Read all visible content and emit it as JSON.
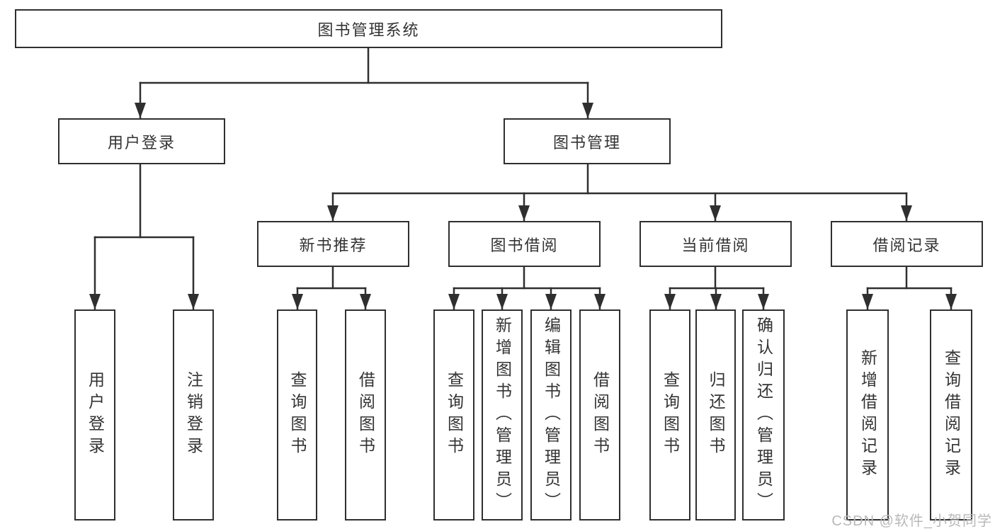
{
  "diagram": {
    "type": "hierarchy-tree",
    "root": {
      "label": "图书管理系统",
      "children": [
        {
          "label": "用户登录",
          "children": [
            {
              "label": "用户登录"
            },
            {
              "label": "注销登录"
            }
          ]
        },
        {
          "label": "图书管理",
          "children": [
            {
              "label": "新书推荐",
              "children": [
                {
                  "label": "查询图书"
                },
                {
                  "label": "借阅图书"
                }
              ]
            },
            {
              "label": "图书借阅",
              "children": [
                {
                  "label": "查询图书"
                },
                {
                  "label": "新增图书（管理员）"
                },
                {
                  "label": "编辑图书（管理员）"
                },
                {
                  "label": "借阅图书"
                }
              ]
            },
            {
              "label": "当前借阅",
              "children": [
                {
                  "label": "查询图书"
                },
                {
                  "label": "归还图书"
                },
                {
                  "label": "确认归还（管理员）"
                }
              ]
            },
            {
              "label": "借阅记录",
              "children": [
                {
                  "label": "新增借阅记录"
                },
                {
                  "label": "查询借阅记录"
                }
              ]
            }
          ]
        }
      ]
    },
    "colors": {
      "line": "#2f2f2f",
      "text": "#333333",
      "background": "#ffffff",
      "watermark": "#b9b9b9"
    }
  },
  "watermark": "CSDN @软件_小贺同学"
}
